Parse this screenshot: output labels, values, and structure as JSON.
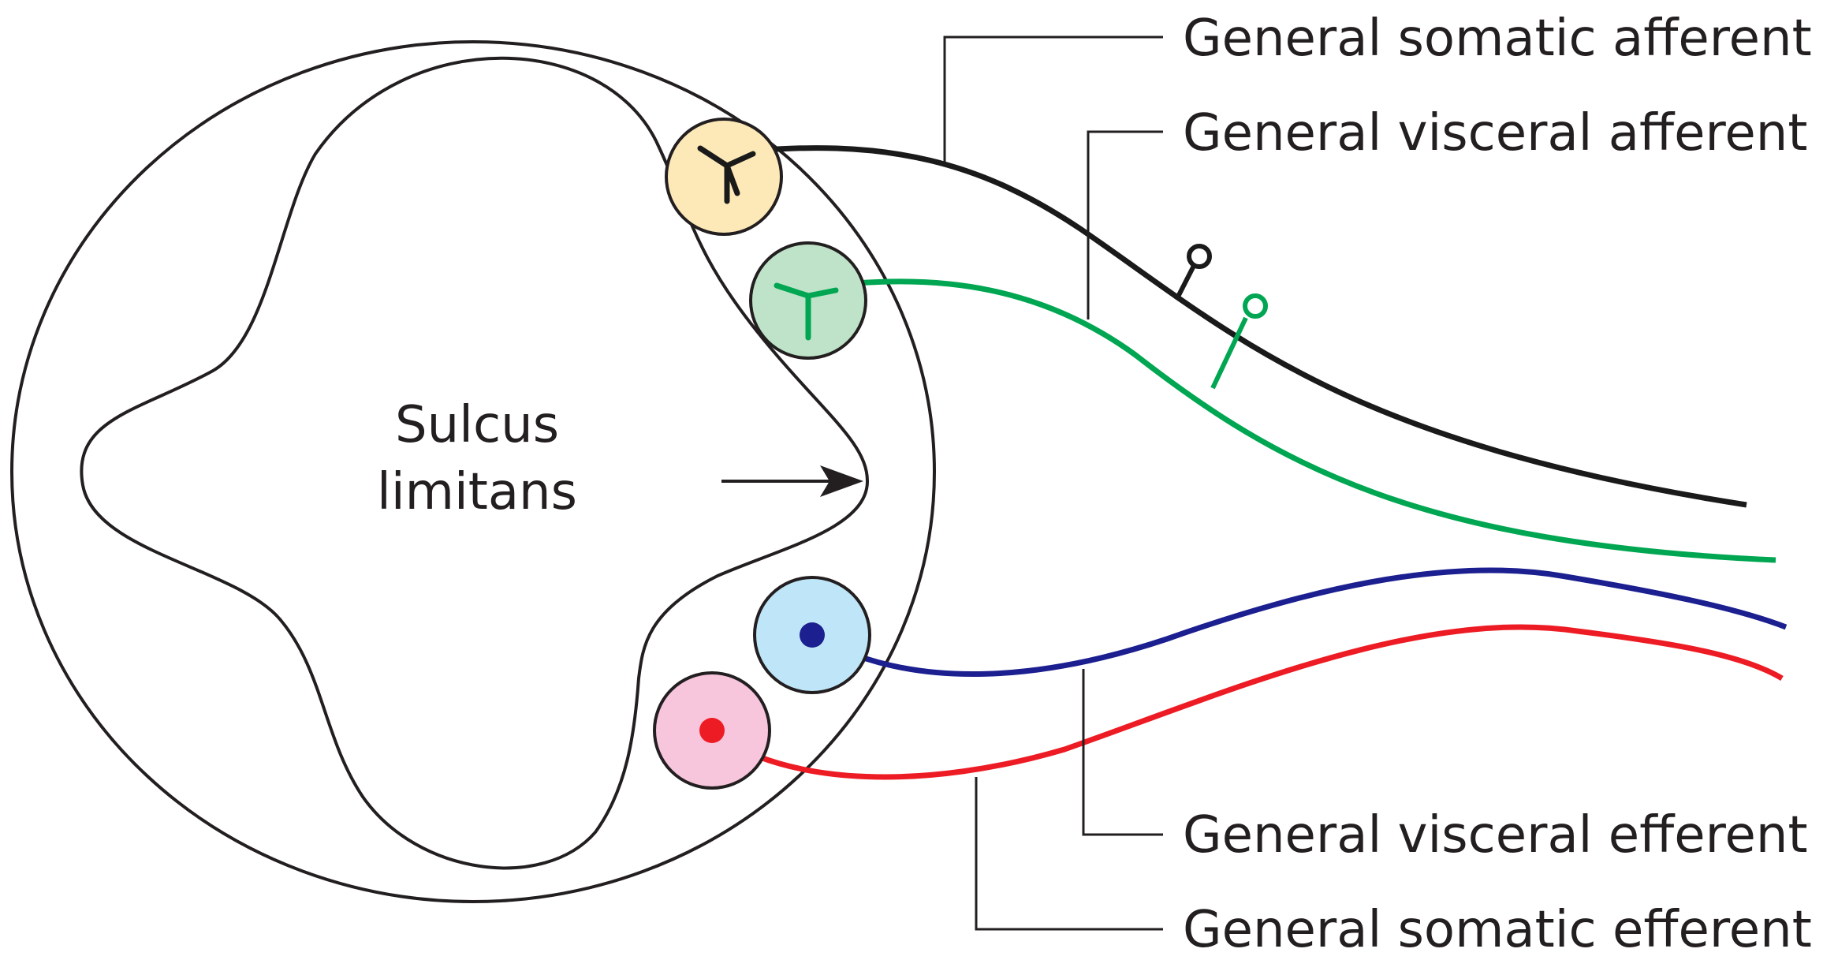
{
  "diagram": {
    "center_label": {
      "line1": "Sulcus",
      "line2": "limitans"
    },
    "fiber_labels": {
      "gsa": "General somatic afferent",
      "gva": "General visceral afferent",
      "gve": "General visceral efferent",
      "gse": "General somatic efferent"
    },
    "colors": {
      "outline": "#231f20",
      "gsa_fiber": "#1a1a1a",
      "gva_fiber": "#00a651",
      "gve_fiber": "#1b1f8f",
      "gse_fiber": "#ed1c24",
      "gsa_cell": "#fde9b8",
      "gva_cell": "#bfe3c8",
      "gve_cell": "#bfe6f8",
      "gse_cell": "#f7c5dc"
    }
  }
}
